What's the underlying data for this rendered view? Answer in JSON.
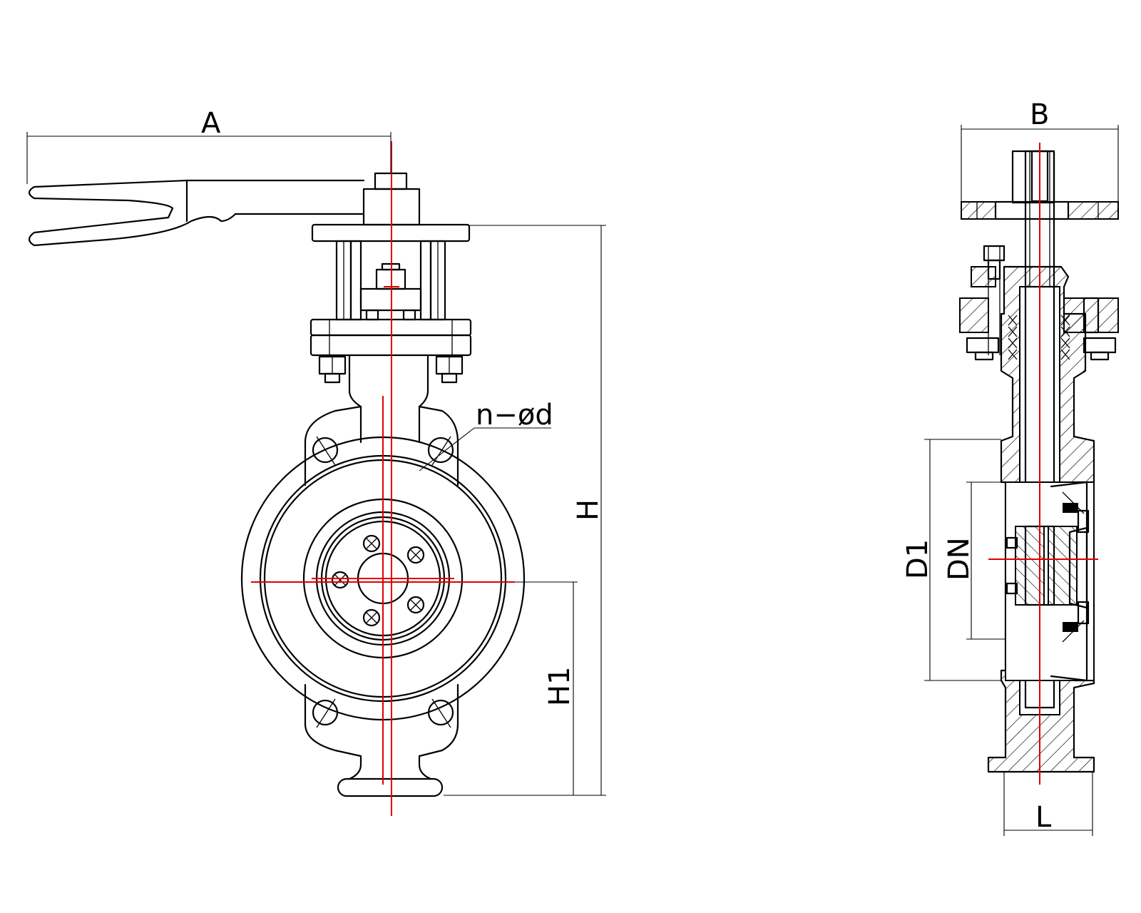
{
  "drawing": {
    "labels": {
      "A": "A",
      "B": "B",
      "H": "H",
      "H1": "H1",
      "D1": "D1",
      "DN": "DN",
      "L": "L",
      "nd": "n−ød"
    },
    "colors": {
      "outline": "#000000",
      "centerline": "#e00000",
      "hatch": "#000000",
      "background": "#ffffff"
    }
  }
}
